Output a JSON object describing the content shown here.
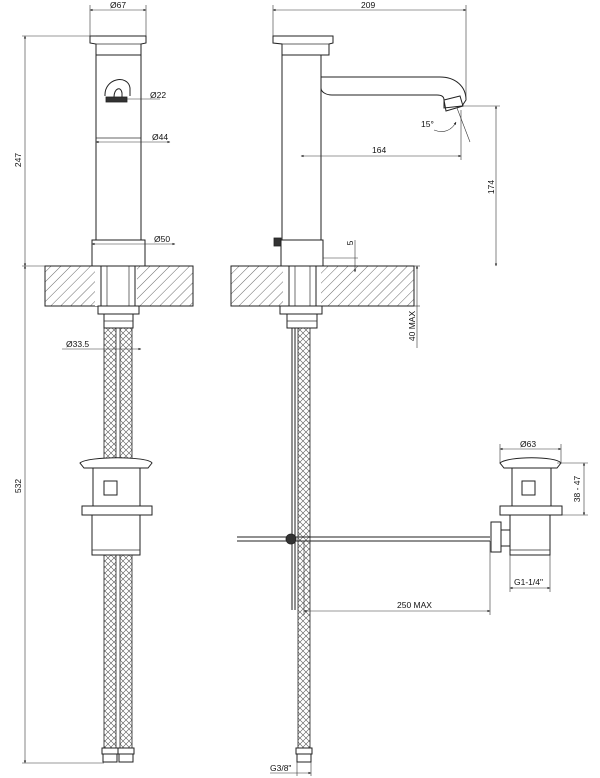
{
  "dimensions": {
    "front_top_diameter": "Ø67",
    "aerator_diameter": "Ø22",
    "body_diameter": "Ø44",
    "base_diameter": "Ø50",
    "hole_diameter": "Ø33.5",
    "front_height": "247",
    "overall_height": "532",
    "spout_reach": "209",
    "spout_length": "164",
    "spout_angle": "15°",
    "spout_clearance": "174",
    "lever_gap": "5",
    "deck_thickness": "40 MAX",
    "waste_diameter": "Ø63",
    "waste_height": "38 - 47",
    "waste_thread": "G1-1/4\"",
    "rod_length": "250 MAX",
    "hose_thread": "G3/8\""
  }
}
